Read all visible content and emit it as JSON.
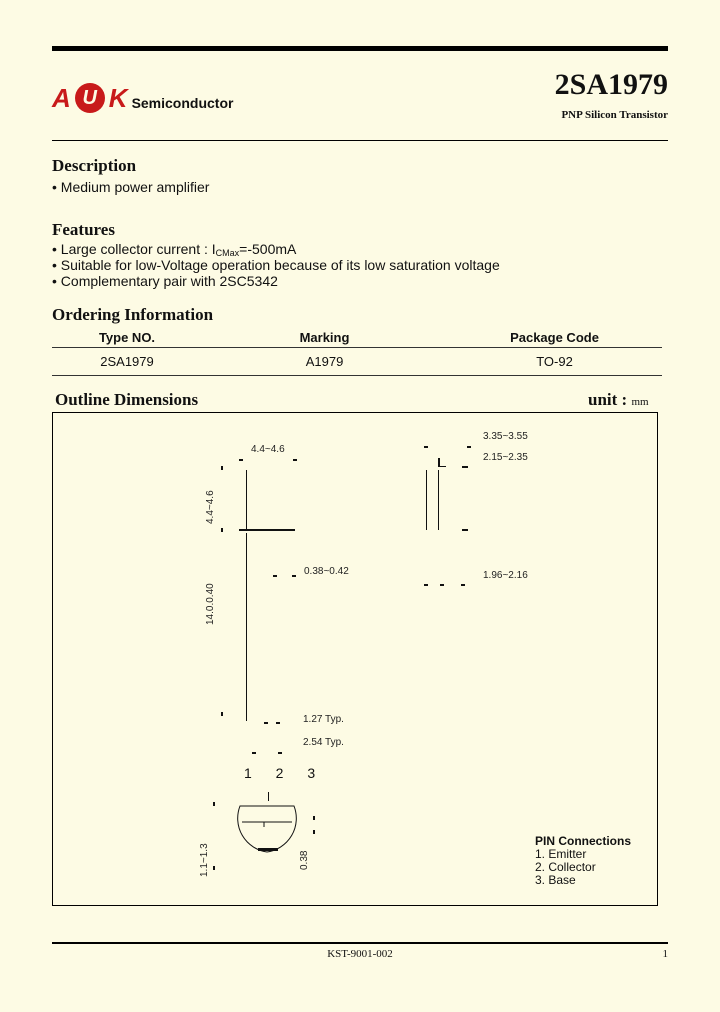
{
  "header": {
    "logo_letters": [
      "A",
      "U",
      "K"
    ],
    "logo_sub": "Semiconductor",
    "part_number": "2SA1979",
    "part_subtitle": "PNP Silicon Transistor"
  },
  "description": {
    "title": "Description",
    "items": [
      "Medium power amplifier"
    ]
  },
  "features": {
    "title": "Features",
    "items": [
      {
        "pre": "Large collector current : I",
        "sub": "CMax",
        "post": "=-500mA"
      },
      {
        "pre": "Suitable for low-Voltage operation because of its low saturation voltage"
      },
      {
        "pre": "Complementary pair with 2SC5342"
      }
    ]
  },
  "ordering": {
    "title": "Ordering Information",
    "columns": [
      "Type NO.",
      "Marking",
      "Package Code"
    ],
    "rows": [
      [
        "2SA1979",
        "A1979",
        "TO-92"
      ]
    ]
  },
  "outline": {
    "title": "Outline Dimensions",
    "unit_label": "unit :",
    "unit_value": "mm",
    "dims": {
      "width_top": "4.4~4.6",
      "height_body": "4.4~4.6",
      "lead_thickness": "0.38~0.42",
      "lead_length": "14.0.0.40",
      "pitch_typ": "1.27 Typ.",
      "pitch_total": "2.54 Typ.",
      "side_total": "3.35~3.55",
      "side_body": "2.15~2.35",
      "side_lead": "1.96~2.16",
      "bottom_height": "1.1~1.3",
      "bottom_lead": "0.38"
    },
    "pin_numbers": "1 2 3",
    "pin_connections": {
      "title": "PIN Connections",
      "items": [
        "1. Emitter",
        "2. Collector",
        "3. Base"
      ]
    }
  },
  "footer": {
    "doc_number": "KST-9001-002",
    "page": "1"
  }
}
